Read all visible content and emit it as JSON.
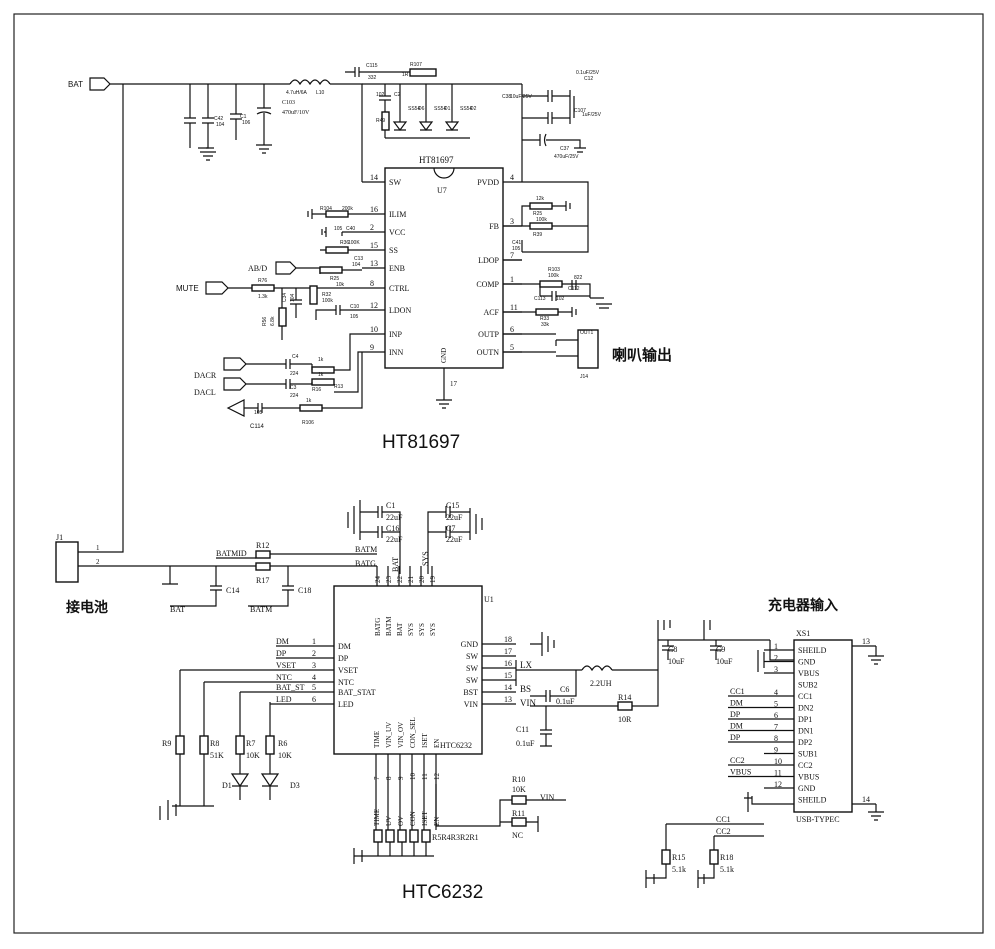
{
  "titles": {
    "amp": "HT81697",
    "charger": "HTC6232"
  },
  "section_labels": {
    "speaker_out": "喇叭输出",
    "battery": "接电池",
    "charger_in": "充电器输入"
  },
  "amp": {
    "designator": "U7",
    "name": "HT81697",
    "gnd_label": "GND",
    "gnd_pin": "17",
    "left_pins": [
      {
        "num": "14",
        "name": "SW"
      },
      {
        "num": "16",
        "name": "ILIM"
      },
      {
        "num": "2",
        "name": "VCC"
      },
      {
        "num": "15",
        "name": "SS"
      },
      {
        "num": "13",
        "name": "ENB"
      },
      {
        "num": "8",
        "name": "CTRL"
      },
      {
        "num": "12",
        "name": "LDON"
      },
      {
        "num": "10",
        "name": "INP"
      },
      {
        "num": "9",
        "name": "INN"
      }
    ],
    "right_pins": [
      {
        "num": "4",
        "name": "PVDD"
      },
      {
        "num": "3",
        "name": "FB"
      },
      {
        "num": "7",
        "name": "LDOP"
      },
      {
        "num": "1",
        "name": "COMP"
      },
      {
        "num": "11",
        "name": "ACF"
      },
      {
        "num": "6",
        "name": "OUTP"
      },
      {
        "num": "5",
        "name": "OUTN"
      }
    ]
  },
  "amp_parts": {
    "bat": "BAT",
    "mute": "MUTE",
    "abd": "AB/D",
    "dacr": "DACR",
    "dacl": "DACL",
    "l10": "L10",
    "l10_val": "4.7uH/6A",
    "c103": "C103",
    "c103_val": "470uF/10V",
    "c115": "C115",
    "c115_val": "332",
    "r107": "R107",
    "r107_val": "1R",
    "c2": "C2",
    "c2_val": "102",
    "r49": "R49",
    "d6": "D6",
    "d1": "D1",
    "d2": "D2",
    "ss54": "SS54",
    "c38": "C38",
    "c38_val": "10uF/25V",
    "c12": "C12",
    "c12_val": "0.1uF/25V",
    "c107": "C107",
    "c107_val": "1uF/25V",
    "c37": "C37",
    "c37_val": "470uF/25V",
    "c42": "C42",
    "c42_val": "104",
    "c1": "C1",
    "c1_val": "106",
    "r104": "R104",
    "r104_val": "200k",
    "c40": "C40",
    "c40_val": "105",
    "r36": "R36",
    "r36_val": "100K",
    "c13": "C13",
    "c13_val": "104",
    "r25a": "R25",
    "r76": "R76",
    "r76_val": "1.3k",
    "r32": "R32",
    "r32_val": "100k",
    "r32_top": "10k",
    "c34": "C34",
    "c34_val": "104",
    "c10": "C10",
    "c10_val": "105",
    "r56": "R56",
    "r56_val": "6.8k",
    "c4": "C4",
    "c4_val": "224",
    "c3": "C3",
    "c3_val": "224",
    "r16": "R16",
    "r13": "R13",
    "r1k": "1k",
    "c114": "C114",
    "c114_val": "105",
    "r106": "R106",
    "r25": "R25",
    "r25_val": "12k",
    "r39": "R39",
    "r39_val": "100k",
    "c41": "C41",
    "c41_val": "105",
    "r103": "R103",
    "r103_val": "100k",
    "c112": "C112",
    "c112_val": "822",
    "c113": "C113",
    "c113_val": "102",
    "r33": "R33",
    "r33_val": "33k",
    "out1": "OUT1",
    "j14": "J14"
  },
  "chg": {
    "designator": "U1",
    "name": "HTC6232",
    "top_pins": [
      {
        "num": "24",
        "name": "BATG"
      },
      {
        "num": "23",
        "name": "BATM"
      },
      {
        "num": "22",
        "name": "BAT"
      },
      {
        "num": "21",
        "name": "SYS"
      },
      {
        "num": "20",
        "name": "SYS"
      },
      {
        "num": "19",
        "name": "SYS"
      }
    ],
    "left_pins": [
      {
        "num": "1",
        "name": "DM",
        "net": "DM"
      },
      {
        "num": "2",
        "name": "DP",
        "net": "DP"
      },
      {
        "num": "3",
        "name": "VSET",
        "net": "VSET"
      },
      {
        "num": "4",
        "name": "NTC",
        "net": "NTC"
      },
      {
        "num": "5",
        "name": "BAT_STAT",
        "net": "BAT_ST"
      },
      {
        "num": "6",
        "name": "LED",
        "net": "LED"
      }
    ],
    "right_pins": [
      {
        "num": "18",
        "name": "GND",
        "net": ""
      },
      {
        "num": "17",
        "name": "SW",
        "net": ""
      },
      {
        "num": "16",
        "name": "SW",
        "net": "LX"
      },
      {
        "num": "15",
        "name": "SW",
        "net": ""
      },
      {
        "num": "14",
        "name": "BST",
        "net": "BS"
      },
      {
        "num": "13",
        "name": "VIN",
        "net": "VIN"
      }
    ],
    "bottom_pins": [
      {
        "num": "7",
        "name": "TIME",
        "net": "TIME"
      },
      {
        "num": "8",
        "name": "VIN_UV",
        "net": "UV"
      },
      {
        "num": "9",
        "name": "VIN_OV",
        "net": "OV"
      },
      {
        "num": "10",
        "name": "CON_SEL",
        "net": "CON"
      },
      {
        "num": "11",
        "name": "ISET",
        "net": "ISET"
      },
      {
        "num": "12",
        "name": "EN",
        "net": "EN"
      }
    ]
  },
  "chg_parts": {
    "j1": "J1",
    "j1_p1": "1",
    "j1_p2": "2",
    "batmid": "BATMID",
    "r12": "R12",
    "r17": "R17",
    "batm": "BATM",
    "batg": "BATG",
    "bat": "BAT",
    "sys": "SYS",
    "c14": "C14",
    "c18": "C18",
    "c1": "C1",
    "c1_val": "22uF",
    "c16": "C16",
    "c16_val": "22uF",
    "c15": "C15",
    "c15_val": "22uF",
    "c7": "C7",
    "c7_val": "22uF",
    "r9": "R9",
    "r8": "R8",
    "r8_val": "51K",
    "r7": "R7",
    "r7_val": "10K",
    "r6": "R6",
    "r6_val": "10K",
    "d1": "D1",
    "d3": "D3",
    "c6": "C6",
    "c6_val": "0.1uF",
    "l1_val": "2.2UH",
    "r14": "R14",
    "r14_val": "10R",
    "c11": "C11",
    "c11_val": "0.1uF",
    "c8": "C8",
    "c8_val": "10uF",
    "c9": "C9",
    "c9_val": "10uF",
    "r10": "R10",
    "r10_val": "10K",
    "r11": "R11",
    "r11_val": "NC",
    "vin": "VIN",
    "r_bottom": "R5R4R3R2R1",
    "r15": "R15",
    "r15_val": "5.1k",
    "r18": "R18",
    "r18_val": "5.1k",
    "cc1": "CC1",
    "cc2": "CC2"
  },
  "usb": {
    "designator": "XS1",
    "name": "USB-TYPEC",
    "top_shield": "13",
    "bottom_shield": "14",
    "pins": [
      {
        "num": "1",
        "name": "SHEILD",
        "net": ""
      },
      {
        "num": "2",
        "name": "GND",
        "net": ""
      },
      {
        "num": "3",
        "name": "VBUS",
        "net": ""
      },
      {
        "num": "",
        "name": "SUB2",
        "net": ""
      },
      {
        "num": "4",
        "name": "CC1",
        "net": "CC1"
      },
      {
        "num": "5",
        "name": "DN2",
        "net": "DM"
      },
      {
        "num": "6",
        "name": "DP1",
        "net": "DP"
      },
      {
        "num": "7",
        "name": "DN1",
        "net": "DM"
      },
      {
        "num": "8",
        "name": "DP2",
        "net": "DP"
      },
      {
        "num": "9",
        "name": "SUB1",
        "net": ""
      },
      {
        "num": "10",
        "name": "CC2",
        "net": "CC2"
      },
      {
        "num": "11",
        "name": "VBUS",
        "net": "VBUS"
      },
      {
        "num": "12",
        "name": "GND",
        "net": ""
      },
      {
        "num": "",
        "name": "SHEILD",
        "net": ""
      }
    ]
  }
}
